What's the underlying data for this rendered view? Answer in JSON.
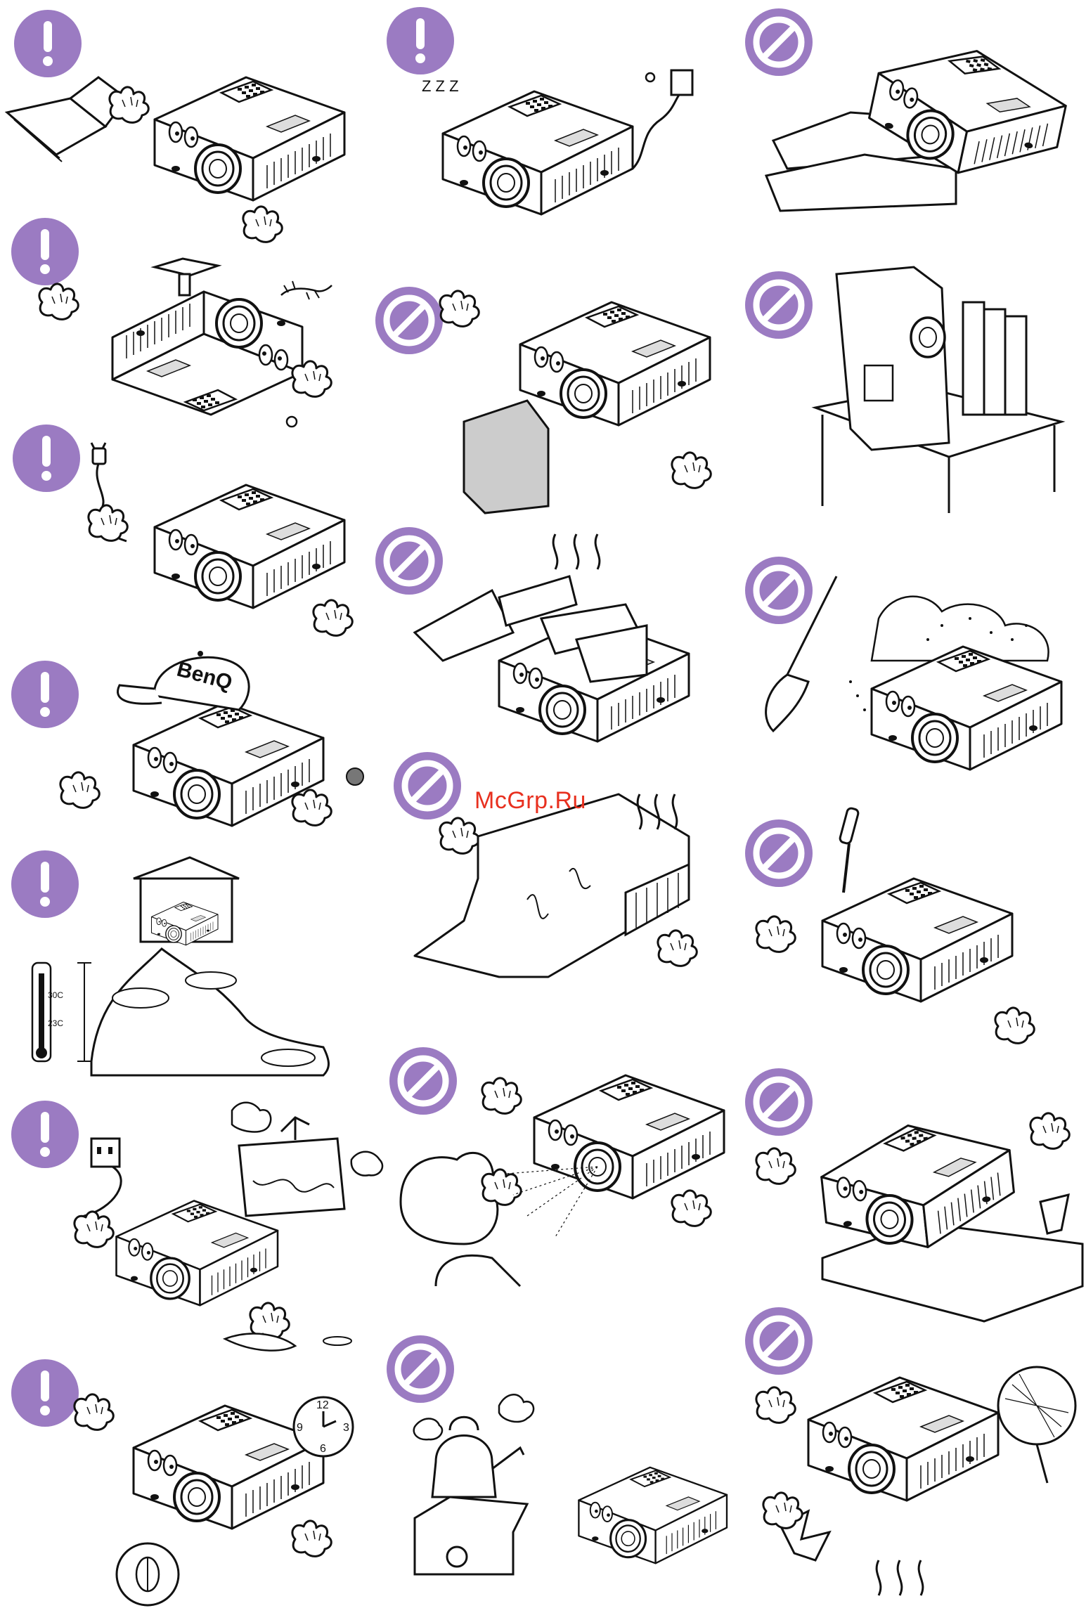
{
  "watermark": "McGrp.Ru",
  "sticker_text": "BenQ",
  "thermometer": {
    "high": "30C",
    "low": "23C"
  },
  "clock": {
    "n12": "12",
    "n3": "3",
    "n6": "6",
    "n9": "9"
  },
  "hint_letters": "Z Z Z",
  "colors": {
    "badge": "#9b7bc2",
    "ink": "#111111",
    "watermark": "#e8301f"
  },
  "columns": {
    "left": [
      {
        "badge": "warning",
        "scene": "projector with open manual"
      },
      {
        "badge": "warning",
        "scene": "ceiling-mounted projector with lizard"
      },
      {
        "badge": "warning",
        "scene": "projector holding power plug"
      },
      {
        "badge": "warning",
        "scene": "projector wearing branded cap"
      },
      {
        "badge": "warning",
        "scene": "projector on high altitude with thermometer"
      },
      {
        "badge": "warning",
        "scene": "projector unplugged next to sink"
      },
      {
        "badge": "warning",
        "scene": "projector with clock and lamp"
      }
    ],
    "middle": [
      {
        "badge": "warning",
        "scene": "sleeping projector with adapter"
      },
      {
        "badge": "prohibited",
        "scene": "projector tilted on side panel"
      },
      {
        "badge": "prohibited",
        "scene": "projector buried under papers"
      },
      {
        "badge": "prohibited",
        "scene": "projector covered by cloth"
      },
      {
        "badge": "prohibited",
        "scene": "person staring into lens"
      },
      {
        "badge": "prohibited",
        "scene": "projector near boiling kettle"
      }
    ],
    "right": [
      {
        "badge": "prohibited",
        "scene": "projector tilted on books"
      },
      {
        "badge": "prohibited",
        "scene": "projector standing on end"
      },
      {
        "badge": "prohibited",
        "scene": "projector in dusty area with broom"
      },
      {
        "badge": "prohibited",
        "scene": "screwdriver opening projector"
      },
      {
        "badge": "prohibited",
        "scene": "projector on uneven surface with cup"
      },
      {
        "badge": "prohibited",
        "scene": "projector dropped with fan"
      }
    ]
  }
}
